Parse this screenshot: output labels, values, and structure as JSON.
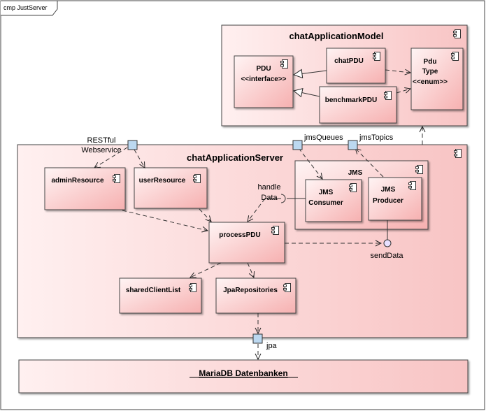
{
  "frame": {
    "title": "cmp JustServer"
  },
  "model_package": {
    "title": "chatApplicationModel",
    "pdu": {
      "line1": "PDU",
      "line2": "<<interface>>"
    },
    "chat_pdu": "chatPDU",
    "benchmark_pdu": "benchmarkPDU",
    "pdu_type": {
      "line1": "Pdu",
      "line2": "Type",
      "line3": "<<enum>>"
    }
  },
  "server_package": {
    "title": "chatApplicationServer",
    "admin_resource": "adminResource",
    "user_resource": "userResource",
    "process_pdu": "processPDU",
    "shared_client_list": "sharedClientList",
    "jpa_repositories": "JpaRepositories",
    "jms": {
      "title": "JMS",
      "consumer": {
        "line1": "JMS",
        "line2": "Consumer"
      },
      "producer": {
        "line1": "JMS",
        "line2": "Producer"
      }
    }
  },
  "ports": {
    "restful": {
      "line1": "RESTful",
      "line2": "Webservice"
    },
    "jms_queues": "jmsQueues",
    "jms_topics": "jmsTopics",
    "jpa": "jpa"
  },
  "interfaces": {
    "handle_data": {
      "line1": "handle",
      "line2": "Data"
    },
    "send_data": "sendData"
  },
  "database": {
    "title": "MariaDB Datenbanken"
  },
  "colors": {
    "fill_light": "#fdeaea",
    "fill_dark": "#f6b2b2",
    "stroke": "#3a3a3a",
    "port": "#bcd8f0",
    "interface_ball": "#e8e0ff"
  }
}
